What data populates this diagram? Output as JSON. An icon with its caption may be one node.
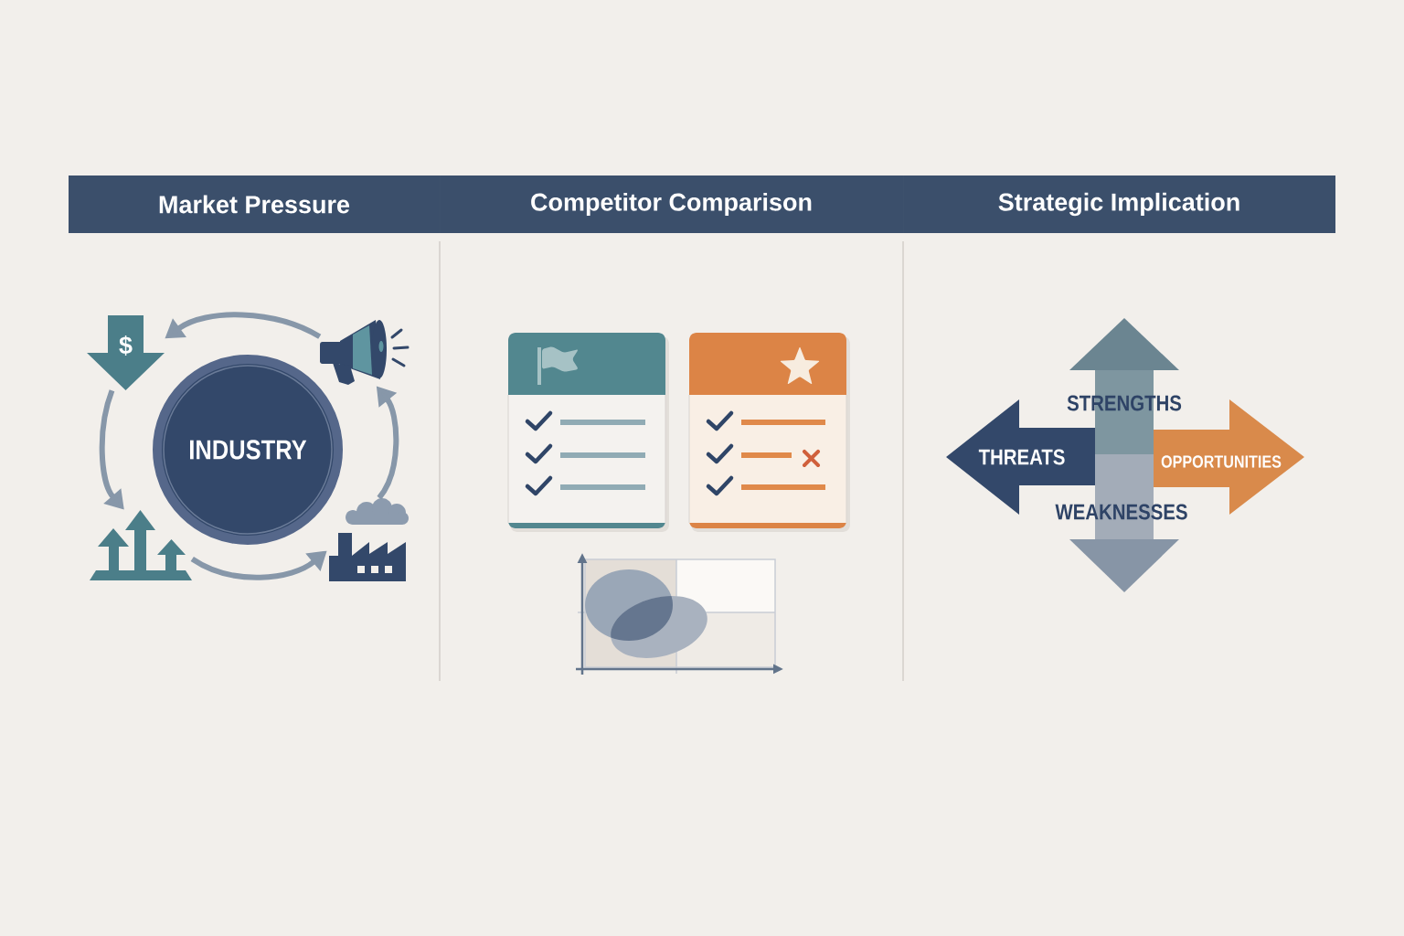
{
  "diagram": {
    "nodes": [
      {
        "text": [
          "Market Pressure"
        ]
      },
      {
        "text": [
          "Competitor Comparison"
        ]
      },
      {
        "text": [
          "Strategic Implication"
        ]
      },
      {
        "text": [
          "$"
        ]
      },
      {
        "text": [],
        "shape": "picture"
      },
      {
        "text": [
          "INDUSTRY"
        ]
      },
      {
        "text": [],
        "shape": "picture"
      },
      {
        "text": [],
        "shape": "picture"
      },
      {
        "text": [
          "STRENGTHS"
        ]
      },
      {
        "text": [
          "THREATS"
        ]
      },
      {
        "text": [
          "OPPORTUNITIES"
        ]
      },
      {
        "text": [
          "WEAKNESSES"
        ]
      }
    ],
    "edges": [
      {
        "from": 4,
        "to": 3,
        "arrow": "to"
      },
      {
        "from": 3,
        "to": 6,
        "arrow": "to"
      },
      {
        "from": 6,
        "to": 7,
        "arrow": "to"
      },
      {
        "from": 7,
        "to": 4,
        "arrow": "to"
      }
    ]
  }
}
